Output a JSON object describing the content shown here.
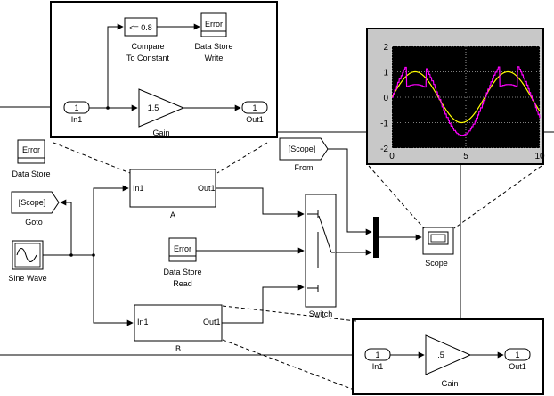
{
  "main_model": {
    "blocks": {
      "data_store_memory": {
        "text": "Error",
        "label": "Data Store"
      },
      "goto": {
        "text": "[Scope]",
        "label": "Goto"
      },
      "sine_wave": {
        "label": "Sine Wave"
      },
      "subsystem_a": {
        "in_port": "In1",
        "out_port": "Out1",
        "label": "A"
      },
      "subsystem_b": {
        "in_port": "In1",
        "out_port": "Out1",
        "label": "B"
      },
      "from": {
        "text": "[Scope]",
        "label": "From"
      },
      "data_store_read": {
        "text": "Error",
        "label": "Data Store\nRead",
        "label_line1": "Data Store",
        "label_line2": "Read"
      },
      "switch": {
        "label": "Switch"
      },
      "scope": {
        "label": "Scope"
      }
    }
  },
  "subsystem_a_detail": {
    "in1": {
      "port": "1",
      "label": "In1"
    },
    "compare": {
      "text": "<= 0.8",
      "label_line1": "Compare",
      "label_line2": "To Constant"
    },
    "data_store_write": {
      "text": "Error",
      "label_line1": "Data Store",
      "label_line2": "Write"
    },
    "gain": {
      "text": "1.5",
      "label": "Gain"
    },
    "out1": {
      "port": "1",
      "label": "Out1"
    }
  },
  "subsystem_b_detail": {
    "in1": {
      "port": "1",
      "label": "In1"
    },
    "gain": {
      "text": ".5",
      "label": "Gain"
    },
    "out1": {
      "port": "1",
      "label": "Out1"
    }
  },
  "scope_plot": {
    "background": "#000000",
    "colors": {
      "yellow": "#ffff00",
      "magenta": "#ff00ff"
    },
    "yticks": [
      "2",
      "1",
      "0",
      "-1",
      "-2"
    ],
    "xticks": [
      "0",
      "5",
      "10"
    ]
  }
}
